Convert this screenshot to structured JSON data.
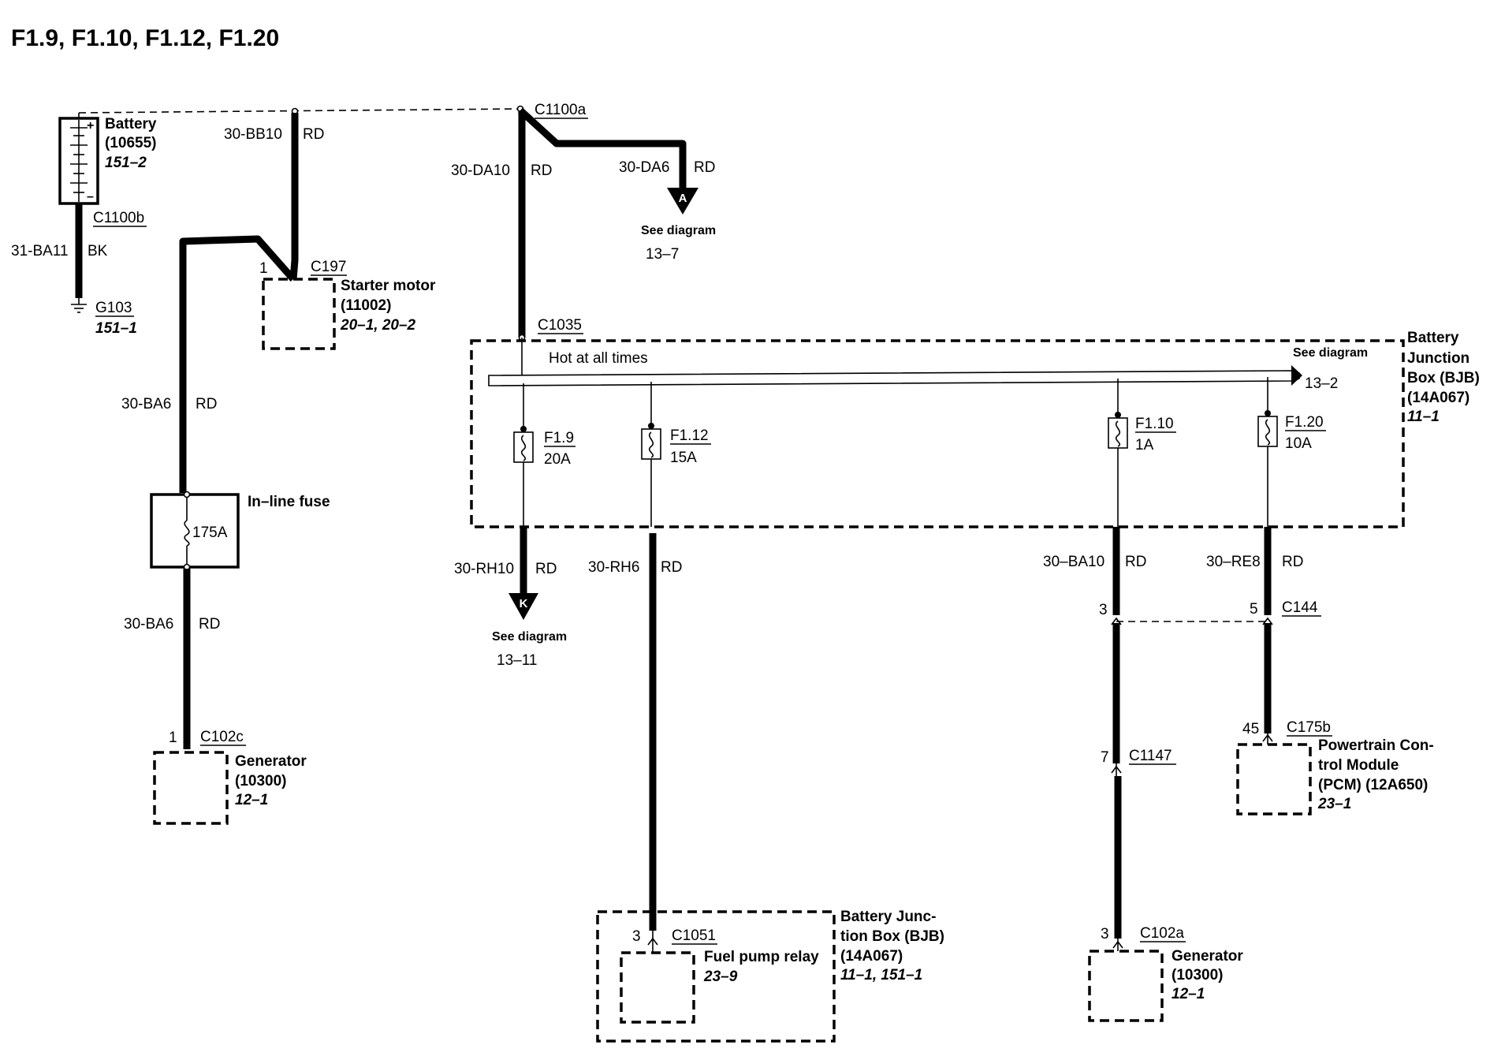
{
  "title": "F1.9, F1.10, F1.12, F1.20",
  "battery": {
    "name": "Battery",
    "part": "(10655)",
    "ref": "151–2",
    "plus": "+",
    "minus": "–"
  },
  "c1100b": "C1100b",
  "ground_wire": {
    "circuit": "31-BA11",
    "color": "BK"
  },
  "g103": {
    "name": "G103",
    "ref": "151–1"
  },
  "w_bb10": {
    "circuit": "30-BB10",
    "color": "RD"
  },
  "c197": {
    "name": "C197",
    "pin": "1"
  },
  "starter": {
    "name": "Starter motor",
    "part": "(11002)",
    "ref": "20–1, 20–2"
  },
  "w_ba6_top": {
    "circuit": "30-BA6",
    "color": "RD"
  },
  "inline_fuse": {
    "name": "In–line fuse",
    "rating": "175A"
  },
  "w_ba6_bot": {
    "circuit": "30-BA6",
    "color": "RD"
  },
  "c102c": {
    "name": "C102c",
    "pin": "1"
  },
  "gen_left": {
    "name": "Generator",
    "part": "(10300)",
    "ref": "12–1"
  },
  "c1100a": "C1100a",
  "w_da10": {
    "circuit": "30-DA10",
    "color": "RD"
  },
  "w_da6": {
    "circuit": "30-DA6",
    "color": "RD"
  },
  "ref_a": {
    "letter": "A",
    "see": "See diagram",
    "ref": "13–7"
  },
  "c1035": "C1035",
  "bjb_main": {
    "hot": "Hot at all times",
    "l1": "Battery",
    "l2": "Junction",
    "l3": "Box (BJB)",
    "part": "(14A067)",
    "ref": "11–1"
  },
  "bus_ref": {
    "see": "See diagram",
    "ref": "13–2"
  },
  "fuses": [
    {
      "name": "F1.9",
      "rating": "20A"
    },
    {
      "name": "F1.12",
      "rating": "15A"
    },
    {
      "name": "F1.10",
      "rating": "1A"
    },
    {
      "name": "F1.20",
      "rating": "10A"
    }
  ],
  "w_rh10": {
    "circuit": "30-RH10",
    "color": "RD"
  },
  "ref_k": {
    "letter": "K",
    "see": "See diagram",
    "ref": "13–11"
  },
  "w_rh6": {
    "circuit": "30-RH6",
    "color": "RD"
  },
  "c1051": {
    "name": "C1051",
    "pin": "3"
  },
  "fuel_pump": {
    "name": "Fuel pump relay",
    "ref": "23–9"
  },
  "bjb_lower": {
    "l1": "Battery Junc-",
    "l2": "tion Box (BJB)",
    "part": "(14A067)",
    "ref": "11–1, 151–1"
  },
  "w_ba10": {
    "circuit": "30–BA10",
    "color": "RD"
  },
  "w_re8": {
    "circuit": "30–RE8",
    "color": "RD"
  },
  "c144": {
    "name": "C144",
    "pin_left": "3",
    "pin_right": "5"
  },
  "c1147": {
    "name": "C1147",
    "pin": "7"
  },
  "c102a": {
    "name": "C102a",
    "pin": "3"
  },
  "gen_right": {
    "name": "Generator",
    "part": "(10300)",
    "ref": "12–1"
  },
  "c175b": {
    "name": "C175b",
    "pin": "45"
  },
  "pcm": {
    "l1": "Powertrain Con-",
    "l2": "trol Module",
    "l3": "(PCM) (12A650)",
    "ref": "23–1"
  }
}
